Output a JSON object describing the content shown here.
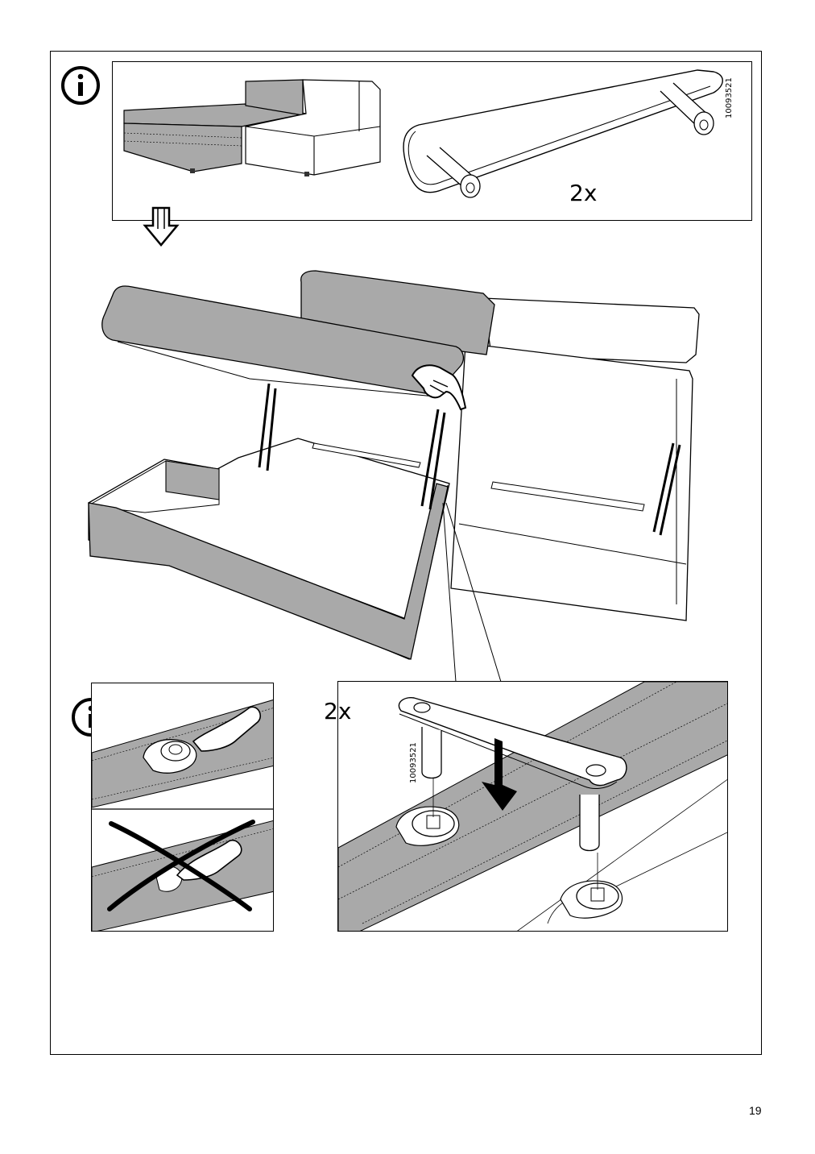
{
  "page": {
    "number": "19"
  },
  "info_panel": {
    "icon": "info-icon",
    "part_quantity": "2x",
    "part_code": "10093521"
  },
  "steps": {
    "direction_icon": "down-arrow-icon",
    "hand_icon": "pointing-hand-icon"
  },
  "detail_info": {
    "icon": "info-icon",
    "incorrect_mark": "cross-icon"
  },
  "detail_assembly": {
    "part_quantity": "2x",
    "part_code": "10093521",
    "insert_direction": "down-arrow-icon"
  },
  "colors": {
    "upholstery_grey": "#a9a9a9",
    "line": "#000000",
    "white_panel": "#ffffff"
  }
}
